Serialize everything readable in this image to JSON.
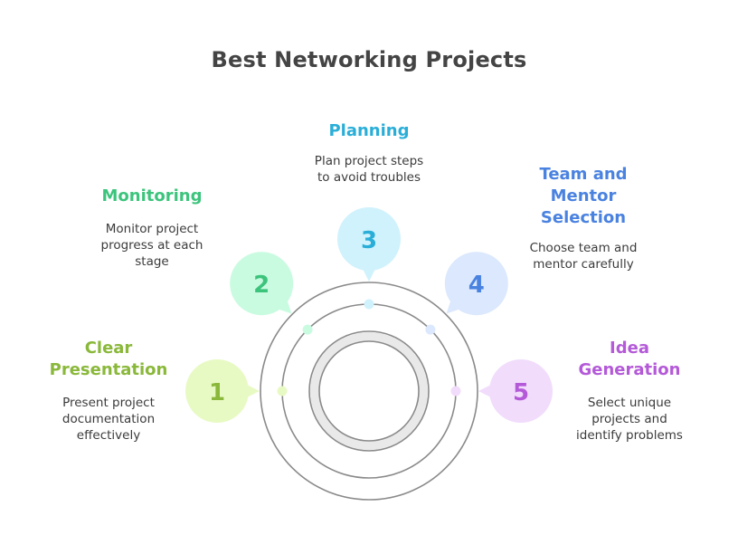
{
  "title": "Best Networking Projects",
  "steps": [
    {
      "number": "1",
      "title_lines": [
        "Clear",
        "Presentation"
      ],
      "desc_lines": [
        "Present project",
        "documentation",
        "effectively"
      ],
      "color": "#8ab83a",
      "bubble": "#e8fac4",
      "dot": "#e8fac4"
    },
    {
      "number": "2",
      "title_lines": [
        "Monitoring"
      ],
      "desc_lines": [
        "Monitor project",
        "progress at each",
        "stage"
      ],
      "color": "#3cc47c",
      "bubble": "#c9fbe0",
      "dot": "#c9fbe0"
    },
    {
      "number": "3",
      "title_lines": [
        "Planning"
      ],
      "desc_lines": [
        "Plan project steps",
        "to avoid troubles"
      ],
      "color": "#2aaed8",
      "bubble": "#d0f2fc",
      "dot": "#d0f2fc"
    },
    {
      "number": "4",
      "title_lines": [
        "Team and",
        "Mentor",
        "Selection"
      ],
      "desc_lines": [
        "Choose team and",
        "mentor carefully"
      ],
      "color": "#4a82e0",
      "bubble": "#dbe8fd",
      "dot": "#dbe8fd"
    },
    {
      "number": "5",
      "title_lines": [
        "Idea",
        "Generation"
      ],
      "desc_lines": [
        "Select unique",
        "projects and",
        "identify problems"
      ],
      "color": "#b45ad8",
      "bubble": "#f1dcfc",
      "dot": "#f1dcfc"
    }
  ]
}
